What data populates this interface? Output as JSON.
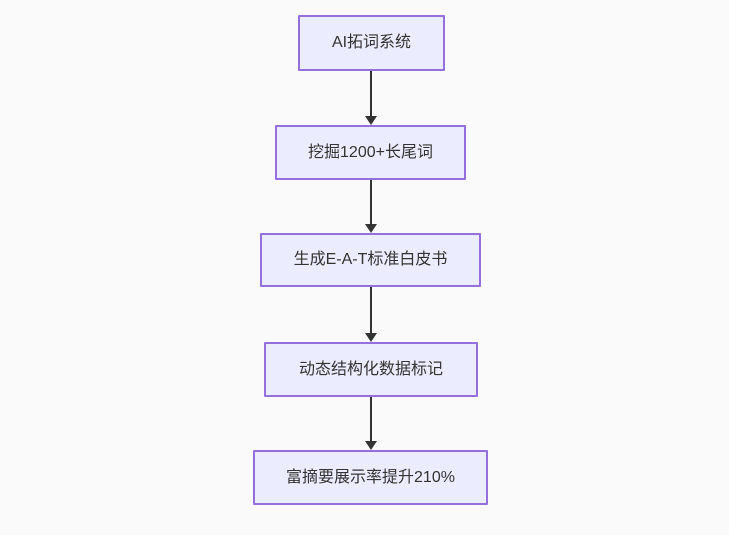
{
  "diagram": {
    "type": "flowchart",
    "direction": "top-down",
    "colors": {
      "background": "#fafafa",
      "node_fill": "#ececff",
      "node_border": "#9370db",
      "node_text": "#333333",
      "arrow": "#333333"
    },
    "nodes": [
      {
        "id": "step-1",
        "label": "AI拓词系统"
      },
      {
        "id": "step-2",
        "label": "挖掘1200+长尾词"
      },
      {
        "id": "step-3",
        "label": "生成E-A-T标准白皮书"
      },
      {
        "id": "step-4",
        "label": "动态结构化数据标记"
      },
      {
        "id": "step-5",
        "label": "富摘要展示率提升210%"
      }
    ],
    "edges": [
      {
        "from": "step-1",
        "to": "step-2",
        "label": ""
      },
      {
        "from": "step-2",
        "to": "step-3",
        "label": ""
      },
      {
        "from": "step-3",
        "to": "step-4",
        "label": ""
      },
      {
        "from": "step-4",
        "to": "step-5",
        "label": ""
      }
    ]
  }
}
